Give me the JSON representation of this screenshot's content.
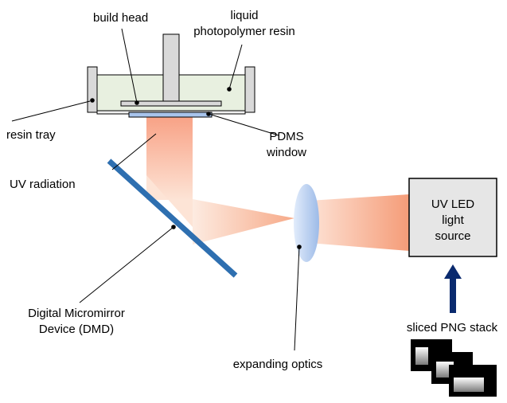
{
  "labels": {
    "build_head": "build head",
    "resin_line1": "liquid",
    "resin_line2": "photopolymer resin",
    "resin_tray": "resin tray",
    "pdms_line1": "PDMS",
    "pdms_line2": "window",
    "uv_radiation": "UV radiation",
    "dmd_line1": "Digital Micromirror",
    "dmd_line2": "Device (DMD)",
    "expanding_optics": "expanding optics",
    "led_line1": "UV LED",
    "led_line2": "light",
    "led_line3": "source",
    "png_stack": "sliced PNG stack"
  },
  "colors": {
    "resin_fill": "#e8f0e0",
    "dmd_blue": "#2e6fb0",
    "arrow_navy": "#0a2a6e",
    "beam_salmon": "#f4a888",
    "lens_blue": "#a8c4ec",
    "box_gray": "#e6e6e6",
    "wall_gray": "#d9d9d9"
  }
}
